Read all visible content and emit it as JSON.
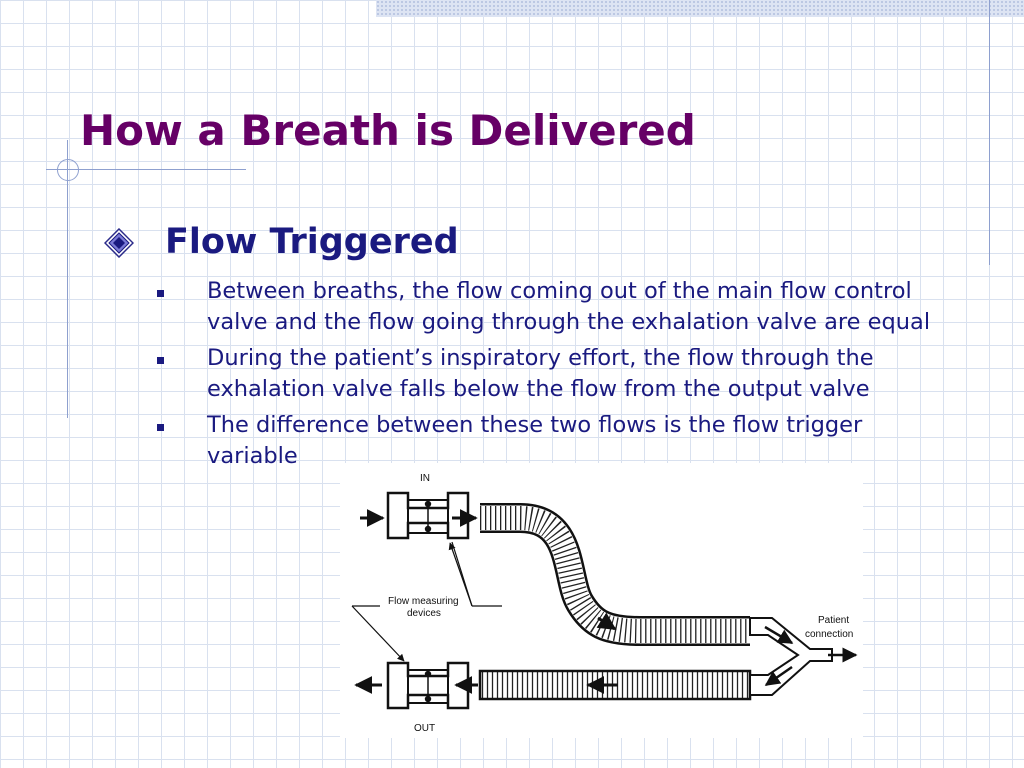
{
  "slide": {
    "title": "How a Breath is Delivered",
    "subtitle": "Flow Triggered",
    "bullets": [
      "Between breaths, the flow coming out of the main flow control valve and the flow going through the exhalation valve are equal",
      "During the patient’s inspiratory effort, the flow through the exhalation valve falls below the flow from the output valve",
      "The difference between these two flows is the flow trigger variable"
    ]
  },
  "diagram": {
    "label_in": "IN",
    "label_out": "OUT",
    "label_flow_line1": "Flow measuring",
    "label_flow_line2": "devices",
    "label_patient_line1": "Patient",
    "label_patient_line2": "connection"
  },
  "colors": {
    "title": "#660066",
    "text": "#1a1a80",
    "grid": "#d9e1ef"
  },
  "icons": {
    "subtitle_bullet": "diamond-bullet-icon",
    "item_bullet": "square-bullet-icon"
  }
}
